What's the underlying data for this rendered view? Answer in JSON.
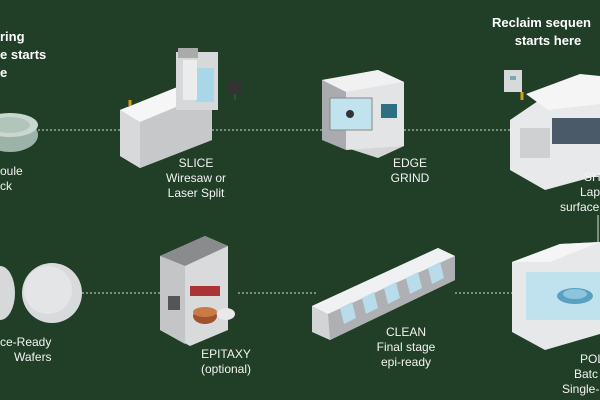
{
  "colors": {
    "background": "#213f26",
    "label_text": "#f3f3f3",
    "connector": "#d9d9d9"
  },
  "headers": {
    "top_left": [
      "ring",
      "e starts",
      "e"
    ],
    "top_right": [
      "Reclaim sequen",
      "starts here"
    ]
  },
  "labels": {
    "boule": [
      "oule",
      "ck"
    ],
    "slice": [
      "SLICE",
      "Wiresaw or",
      "Laser Split"
    ],
    "edge": [
      "EDGE",
      "GRIND"
    ],
    "shape": [
      "SHA",
      "Lap",
      "surface"
    ],
    "ready": [
      "ce-Ready",
      "Wafers"
    ],
    "epitaxy": [
      "EPITAXY",
      "(optional)"
    ],
    "clean": [
      "CLEAN",
      "Final stage",
      "epi-ready"
    ],
    "polish": [
      "POL",
      "Batc",
      "Single-"
    ]
  },
  "icons": [
    "boule-icon",
    "wiresaw-machine-icon",
    "edge-grinder-icon",
    "lapping-machine-icon",
    "wafer-icon",
    "epitaxy-reactor-icon",
    "wet-bench-icon",
    "polisher-icon"
  ]
}
